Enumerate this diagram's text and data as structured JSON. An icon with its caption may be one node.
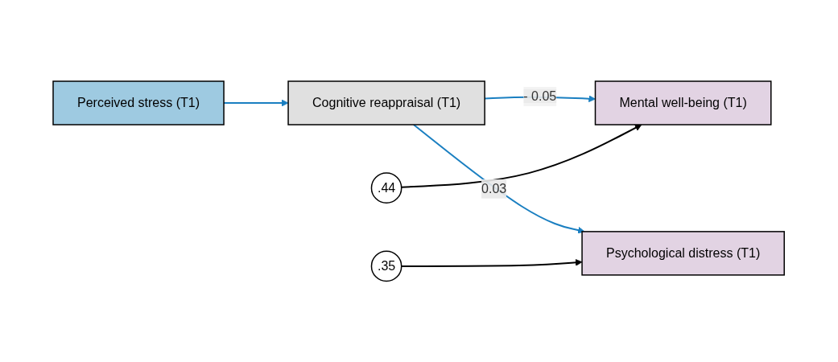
{
  "diagram": {
    "nodes": [
      {
        "text": [
          "Perceived stress (T1)"
        ]
      },
      {
        "text": [
          "Cognitive reappraisal (T1)"
        ]
      },
      {
        "text": [
          "Mental well-being (T1)"
        ]
      },
      {
        "text": [
          ".44"
        ]
      },
      {
        "text": [
          "Psychological distress (T1)"
        ]
      },
      {
        "text": [
          ".35"
        ]
      }
    ],
    "edges": [
      {
        "from": 0,
        "to": 1,
        "arrow": "to"
      },
      {
        "from": 1,
        "to": 2,
        "arrow": "to",
        "label": "- 0.05"
      },
      {
        "from": 1,
        "to": 4,
        "arrow": "to",
        "label": "0.03"
      },
      {
        "from": 3,
        "to": 2,
        "arrow": "to",
        "color": "#000000"
      },
      {
        "from": 5,
        "to": 4,
        "arrow": "to",
        "color": "#000000"
      }
    ]
  }
}
